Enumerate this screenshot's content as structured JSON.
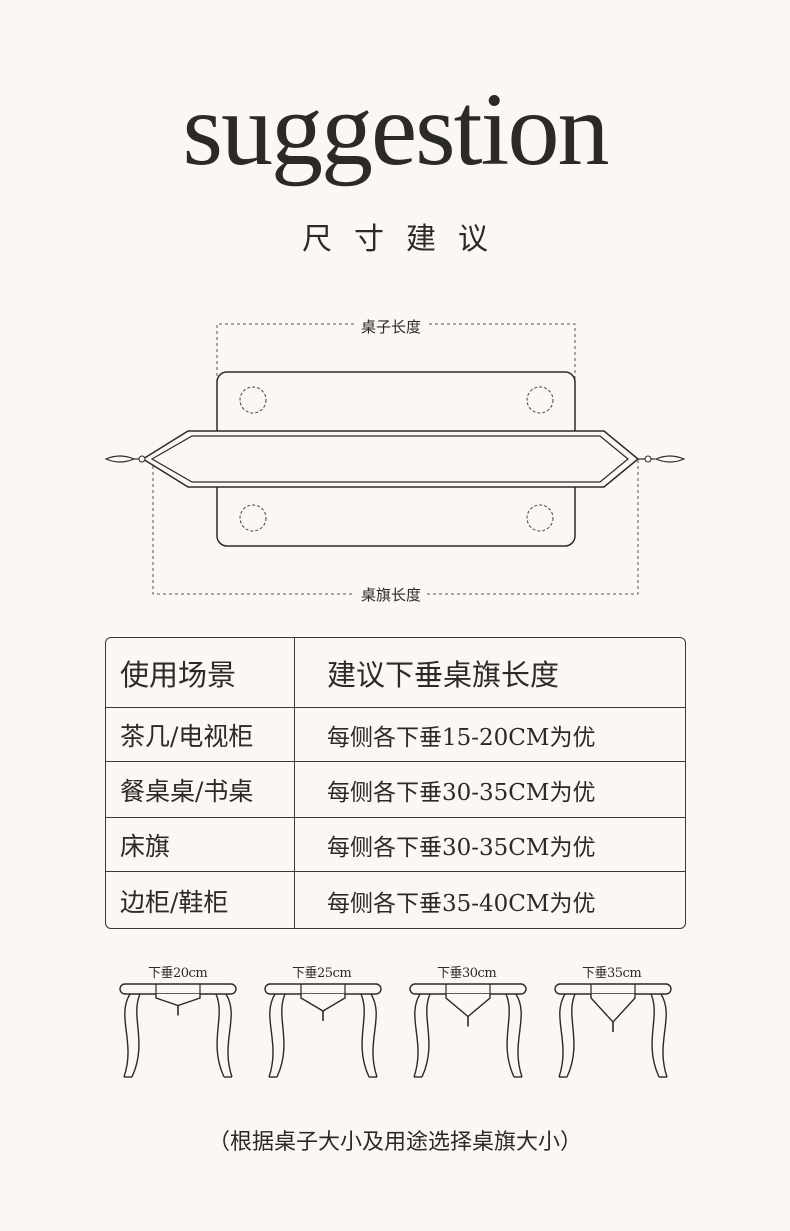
{
  "headline": "suggestion",
  "subtitle": "尺寸建议",
  "diagram": {
    "table_length_label": "桌子长度",
    "runner_length_label": "桌旗长度"
  },
  "table": {
    "headers": [
      "使用场景",
      "建议下垂桌旗长度"
    ],
    "rows": [
      [
        "茶几/电视柜",
        "每侧各下垂15-20CM为优"
      ],
      [
        "餐桌桌/书桌",
        "每侧各下垂30-35CM为优"
      ],
      [
        "床旗",
        "每侧各下垂30-35CM为优"
      ],
      [
        "边柜/鞋柜",
        "每侧各下垂35-40CM为优"
      ]
    ]
  },
  "drop_examples": [
    {
      "label": "下垂20cm",
      "drop_cm": 20
    },
    {
      "label": "下垂25cm",
      "drop_cm": 25
    },
    {
      "label": "下垂30cm",
      "drop_cm": 30
    },
    {
      "label": "下垂35cm",
      "drop_cm": 35
    }
  ],
  "footnote": "（根据桌子大小及用途选择桌旗大小）",
  "colors": {
    "background": "#fbf8f3",
    "ink": "#2b2a28"
  }
}
